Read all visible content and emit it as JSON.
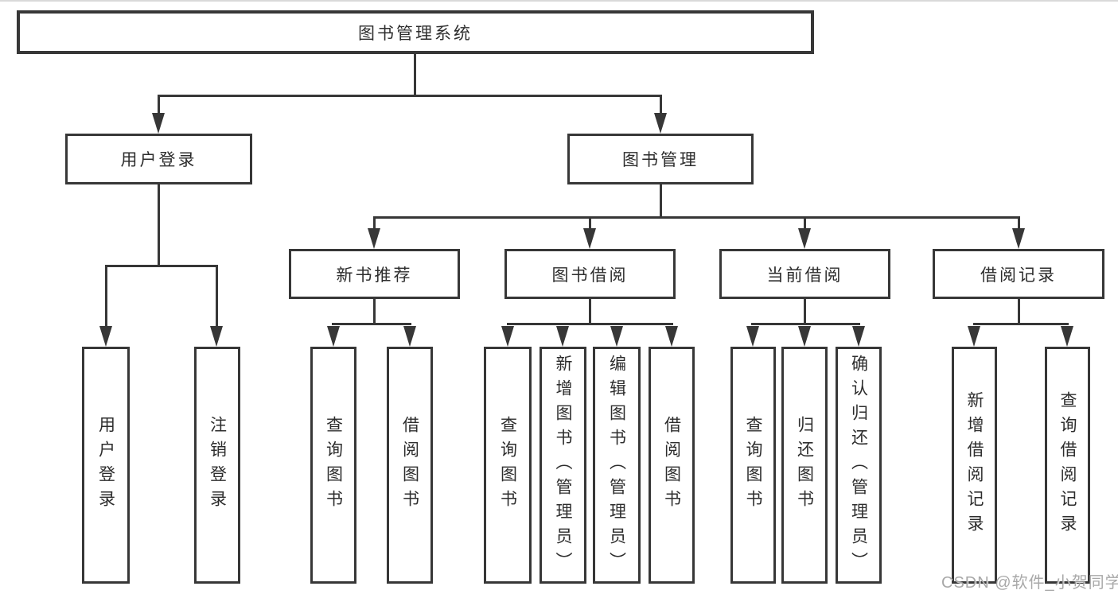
{
  "tree": {
    "label": "图书管理系统",
    "children": [
      {
        "label": "用户登录",
        "children": [
          {
            "label": "用户登录"
          },
          {
            "label": "注销登录"
          }
        ]
      },
      {
        "label": "图书管理",
        "children": [
          {
            "label": "新书推荐",
            "children": [
              {
                "label": "查询图书"
              },
              {
                "label": "借阅图书"
              }
            ]
          },
          {
            "label": "图书借阅",
            "children": [
              {
                "label": "查询图书"
              },
              {
                "label": "新增图书（管理员）"
              },
              {
                "label": "编辑图书（管理员）"
              },
              {
                "label": "借阅图书"
              }
            ]
          },
          {
            "label": "当前借阅",
            "children": [
              {
                "label": "查询图书"
              },
              {
                "label": "归还图书"
              },
              {
                "label": "确认归还（管理员）"
              }
            ]
          },
          {
            "label": "借阅记录",
            "children": [
              {
                "label": "新增借阅记录"
              },
              {
                "label": "查询借阅记录"
              }
            ]
          }
        ]
      }
    ]
  },
  "watermark": {
    "text": "CSDN @软件_小贺同学"
  },
  "colors": {
    "line": "#373737",
    "text": "#2d2d2d",
    "box_background": "#ffffff",
    "page_background": "#ffffff",
    "watermark": "#9e9e9e"
  }
}
